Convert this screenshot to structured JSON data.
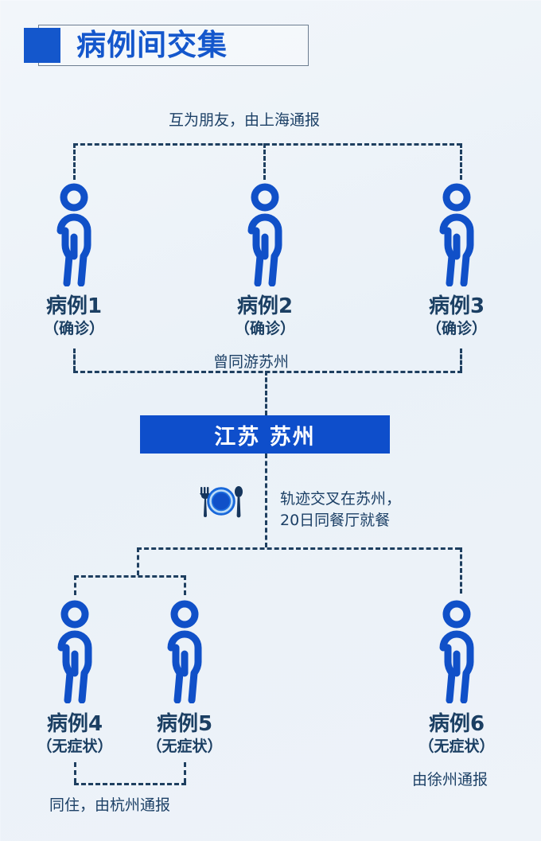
{
  "header": {
    "title": "病例间交集",
    "marker_color": "#1457cc"
  },
  "colors": {
    "accent_blue": "#1457cc",
    "person_blue": "#1050c8",
    "line_navy": "#1e3f60",
    "text_navy": "#1b3f63",
    "banner_bg": "#0e4ecb",
    "banner_text": "#ffffff",
    "background": "#eef3f9"
  },
  "notes": {
    "top": "互为朋友，由上海通报",
    "middle": "曾同游苏州",
    "restaurant_line1": "轨迹交叉在苏州，",
    "restaurant_line2": "20日同餐厅就餐",
    "cohabit": "同住，由杭州通报",
    "xuzhou": "由徐州通报"
  },
  "banner": {
    "label": "江苏 苏州"
  },
  "icons": {
    "person": "person-icon",
    "dining": "dining-plate-icon",
    "header_marker": "square-marker-icon"
  },
  "cases": [
    {
      "id": "case-1",
      "name": "病例1",
      "state": "（确诊）"
    },
    {
      "id": "case-2",
      "name": "病例2",
      "state": "（确诊）"
    },
    {
      "id": "case-3",
      "name": "病例3",
      "state": "（确诊）"
    },
    {
      "id": "case-4",
      "name": "病例4",
      "state": "（无症状）"
    },
    {
      "id": "case-5",
      "name": "病例5",
      "state": "（无症状）"
    },
    {
      "id": "case-6",
      "name": "病例6",
      "state": "（无症状）"
    }
  ]
}
